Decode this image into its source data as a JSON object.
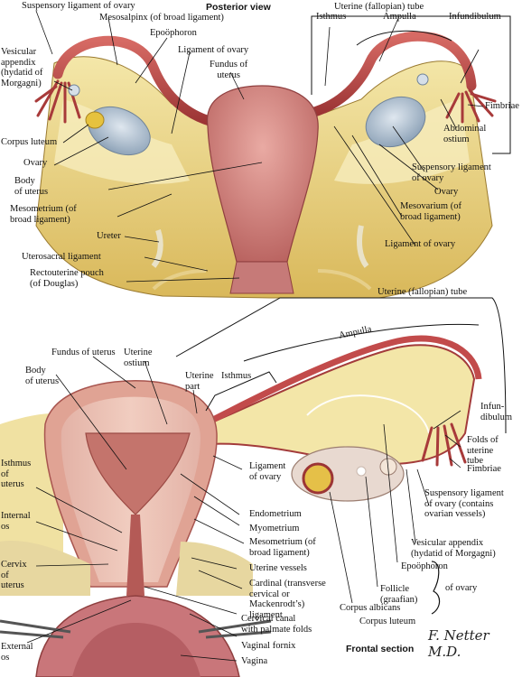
{
  "top": {
    "view_title": "Posterior view",
    "labels": {
      "suspensory_ligament_top": "Suspensory ligament of ovary",
      "uterine_tube": "Uterine (fallopian) tube",
      "isthmus": "Isthmus",
      "ampulla": "Ampulla",
      "infundibulum": "Infundibulum",
      "mesosalpinx": "Mesosalpinx (of broad ligament)",
      "epoophoron": "Epoöphoron",
      "vesicular_appendix": "Vesicular\nappendix\n(hydatid of\nMorgagni)",
      "ligament_of_ovary_top": "Ligament of ovary",
      "fundus": "Fundus of\nuterus",
      "fimbriae": "Fimbriae",
      "abdominal_ostium": "Abdominal\nostium",
      "corpus_luteum": "Corpus luteum",
      "ovary_left": "Ovary",
      "suspensory_ligament_right": "Suspensory ligament\nof ovary",
      "ovary_right": "Ovary",
      "body_of_uterus": "Body\nof uterus",
      "mesovarium": "Mesovarium (of\nbroad ligament)",
      "mesometrium": "Mesometrium (of\nbroad ligament)",
      "ligament_of_ovary_right": "Ligament of ovary",
      "ureter": "Ureter",
      "uterosacral": "Uterosacral ligament",
      "rectouterine": "Rectouterine pouch\n(of Douglas)"
    }
  },
  "bottom": {
    "section_title": "Frontal section",
    "labels": {
      "uterine_tube": "Uterine (fallopian) tube",
      "ampulla": "Ampulla",
      "fundus": "Fundus of uterus",
      "uterine_ostium": "Uterine\nostium",
      "body": "Body\nof uterus",
      "uterine_part": "Uterine\npart",
      "isthmus": "Isthmus",
      "infundibulum": "Infun-\ndibulum",
      "folds": "Folds of\nuterine\ntube",
      "fimbriae": "Fimbriae",
      "isthmus_of_uterus": "Isthmus\nof\nuterus",
      "ligament_of_ovary": "Ligament\nof ovary",
      "suspensory": "Suspensory ligament\nof ovary (contains\novarian vessels)",
      "endometrium": "Endometrium",
      "myometrium": "Myometrium",
      "internal_os": "Internal\nos",
      "mesometrium": "Mesometrium (of\nbroad ligament)",
      "vesicular_appendix": "Vesicular appendix\n(hydatid of Morgagni)",
      "cervix": "Cervix\nof\nuterus",
      "uterine_vessels": "Uterine vessels",
      "epoophoron": "Epoöphoron",
      "cardinal": "Cardinal (transverse\ncervical or\nMackenrodt’s)\nligament",
      "follicle": "Follicle\n(graafian)",
      "of_ovary": "of ovary",
      "corpus_albicans": "Corpus albicans",
      "corpus_luteum": "Corpus luteum",
      "cervical_canal": "Cervical canal\nwith palmate folds",
      "external_os": "External\nos",
      "vaginal_fornix": "Vaginal fornix",
      "vagina": "Vagina"
    }
  },
  "signature": "F. Netter M.D.",
  "colors": {
    "uterus": "#d98c88",
    "uterus_dark": "#b85c5a",
    "broad_ligament": "#e8d27a",
    "ligament_light": "#f3e6a8",
    "ovary": "#b9c7d6",
    "tube": "#c24b4b",
    "vagina": "#c9767a"
  }
}
